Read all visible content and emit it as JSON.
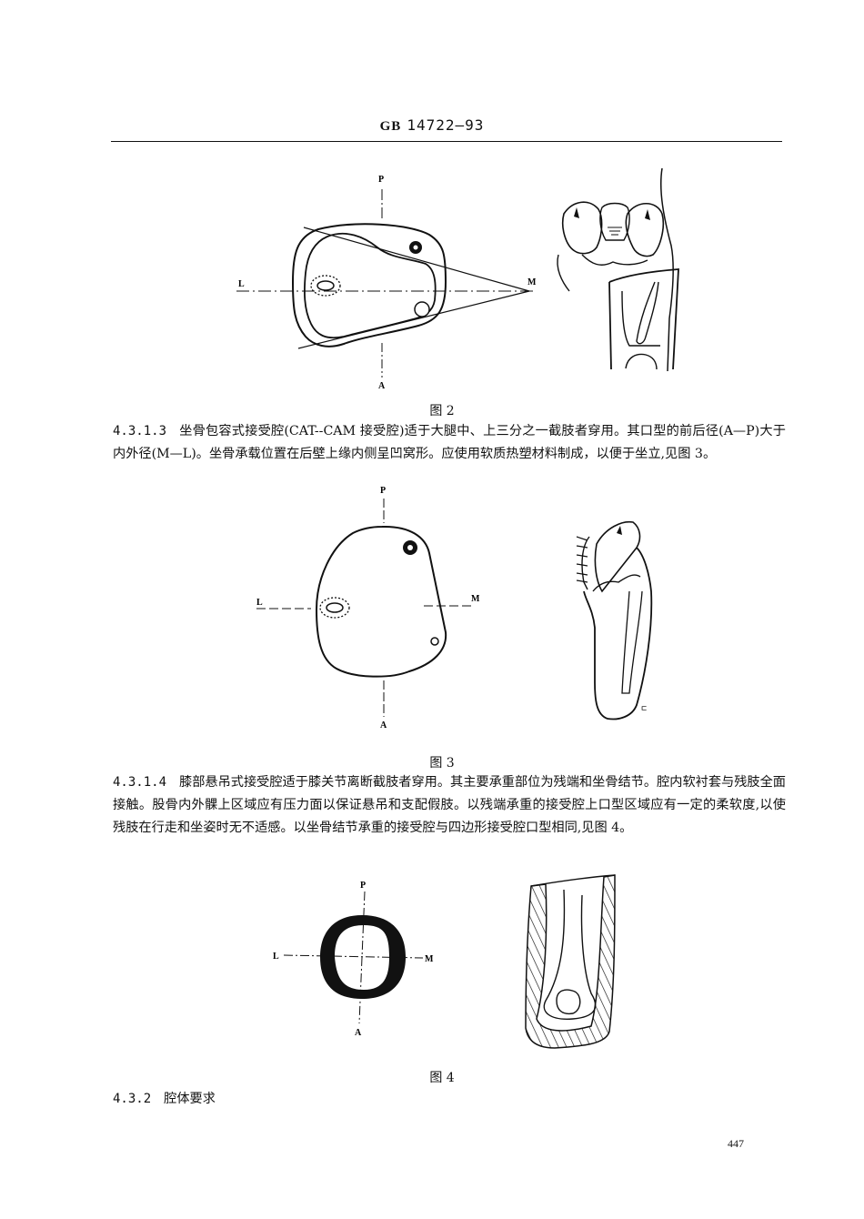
{
  "header": {
    "standard_prefix": "GB",
    "standard_number": "14722—93"
  },
  "figures": [
    {
      "id": "fig2",
      "caption": "图 2",
      "axis_labels": {
        "top": "P",
        "bottom": "A",
        "left": "L",
        "right": "M"
      },
      "left_diagram": "quadrilateral-socket-cross-section",
      "right_diagram": "pelvis-with-socket-illustration"
    },
    {
      "id": "fig3",
      "caption": "图 3",
      "axis_labels": {
        "top": "P",
        "bottom": "A",
        "left": "L",
        "right": "M"
      },
      "left_diagram": "ischial-containment-socket-cross-section",
      "right_diagram": "hip-side-view-socket-illustration",
      "small_mark": "ㄷ"
    },
    {
      "id": "fig4",
      "caption": "图 4",
      "axis_labels": {
        "top": "P",
        "bottom": "A",
        "left": "L",
        "right": "M"
      },
      "left_diagram": "knee-socket-ring-cross-section",
      "right_diagram": "knee-socket-longitudinal-section"
    }
  ],
  "sections": [
    {
      "number": "4.3.1.3",
      "text": "坐骨包容式接受腔(CAT--CAM 接受腔)适于大腿中、上三分之一截肢者穿用。其口型的前后径(A—P)大于内外径(M—L)。坐骨承载位置在后壁上缘内侧呈凹窝形。应使用软质热塑材料制成，以便于坐立,见图 3。"
    },
    {
      "number": "4.3.1.4",
      "text": "膝部悬吊式接受腔适于膝关节离断截肢者穿用。其主要承重部位为残端和坐骨结节。腔内软衬套与残肢全面接触。股骨内外髁上区域应有压力面以保证悬吊和支配假肢。以残端承重的接受腔上口型区域应有一定的柔软度,以使残肢在行走和坐姿时无不适感。以坐骨结节承重的接受腔与四边形接受腔口型相同,见图 4。"
    },
    {
      "number": "4.3.2",
      "text": "腔体要求"
    }
  ],
  "page_number": "447"
}
